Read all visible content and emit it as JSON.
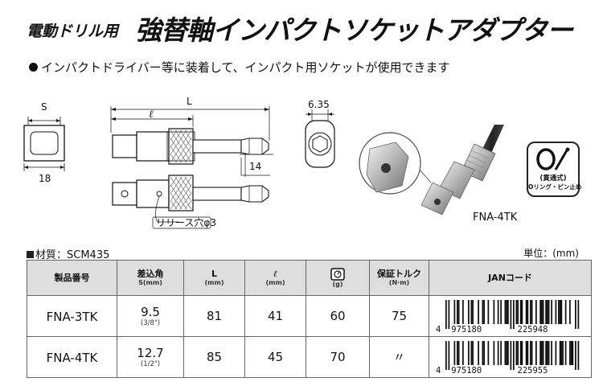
{
  "title": {
    "sub": "電動ドリル用",
    "main": "強替軸インパクトソケットアダプター"
  },
  "description": "インパクトドライバー等に装着して、インパクト用ソケットが使用できます",
  "drawing": {
    "s_label": "S",
    "dim_18": "18",
    "dim_L": "L",
    "dim_l": "ℓ",
    "dim_14": "14",
    "dim_635": "6.35",
    "release_label": "リリース穴φ3"
  },
  "photo_model_label": "FNA-4TK",
  "badge": {
    "line1": "(貫通式)",
    "line2": "Oリング・ピン止め"
  },
  "material": "材質：SCM435",
  "unit": "単位：(mm)",
  "table": {
    "headers": [
      {
        "main": "製品番号",
        "sub": ""
      },
      {
        "main": "差込角",
        "sub": "S(mm)"
      },
      {
        "main": "L",
        "sub": "(mm)"
      },
      {
        "main": "ℓ",
        "sub": "(mm)"
      },
      {
        "main": "",
        "sub": "(g)"
      },
      {
        "main": "保証トルク",
        "sub": "(N·m)"
      },
      {
        "main": "JANコード",
        "sub": ""
      }
    ],
    "rows": [
      {
        "model": "FNA-3TK",
        "s": "9.5",
        "s_sub": "(3/8\")",
        "L": "81",
        "l": "41",
        "weight": "60",
        "torque": "75",
        "jan": "4975180225948"
      },
      {
        "model": "FNA-4TK",
        "s": "12.7",
        "s_sub": "(1/2\")",
        "L": "85",
        "l": "45",
        "weight": "70",
        "torque": "〃",
        "jan": "4975180225955"
      }
    ]
  },
  "icons": {
    "weight_header": "scale-icon",
    "badge": "o-ring-pin-icon",
    "bullet": "bullet-icon"
  }
}
